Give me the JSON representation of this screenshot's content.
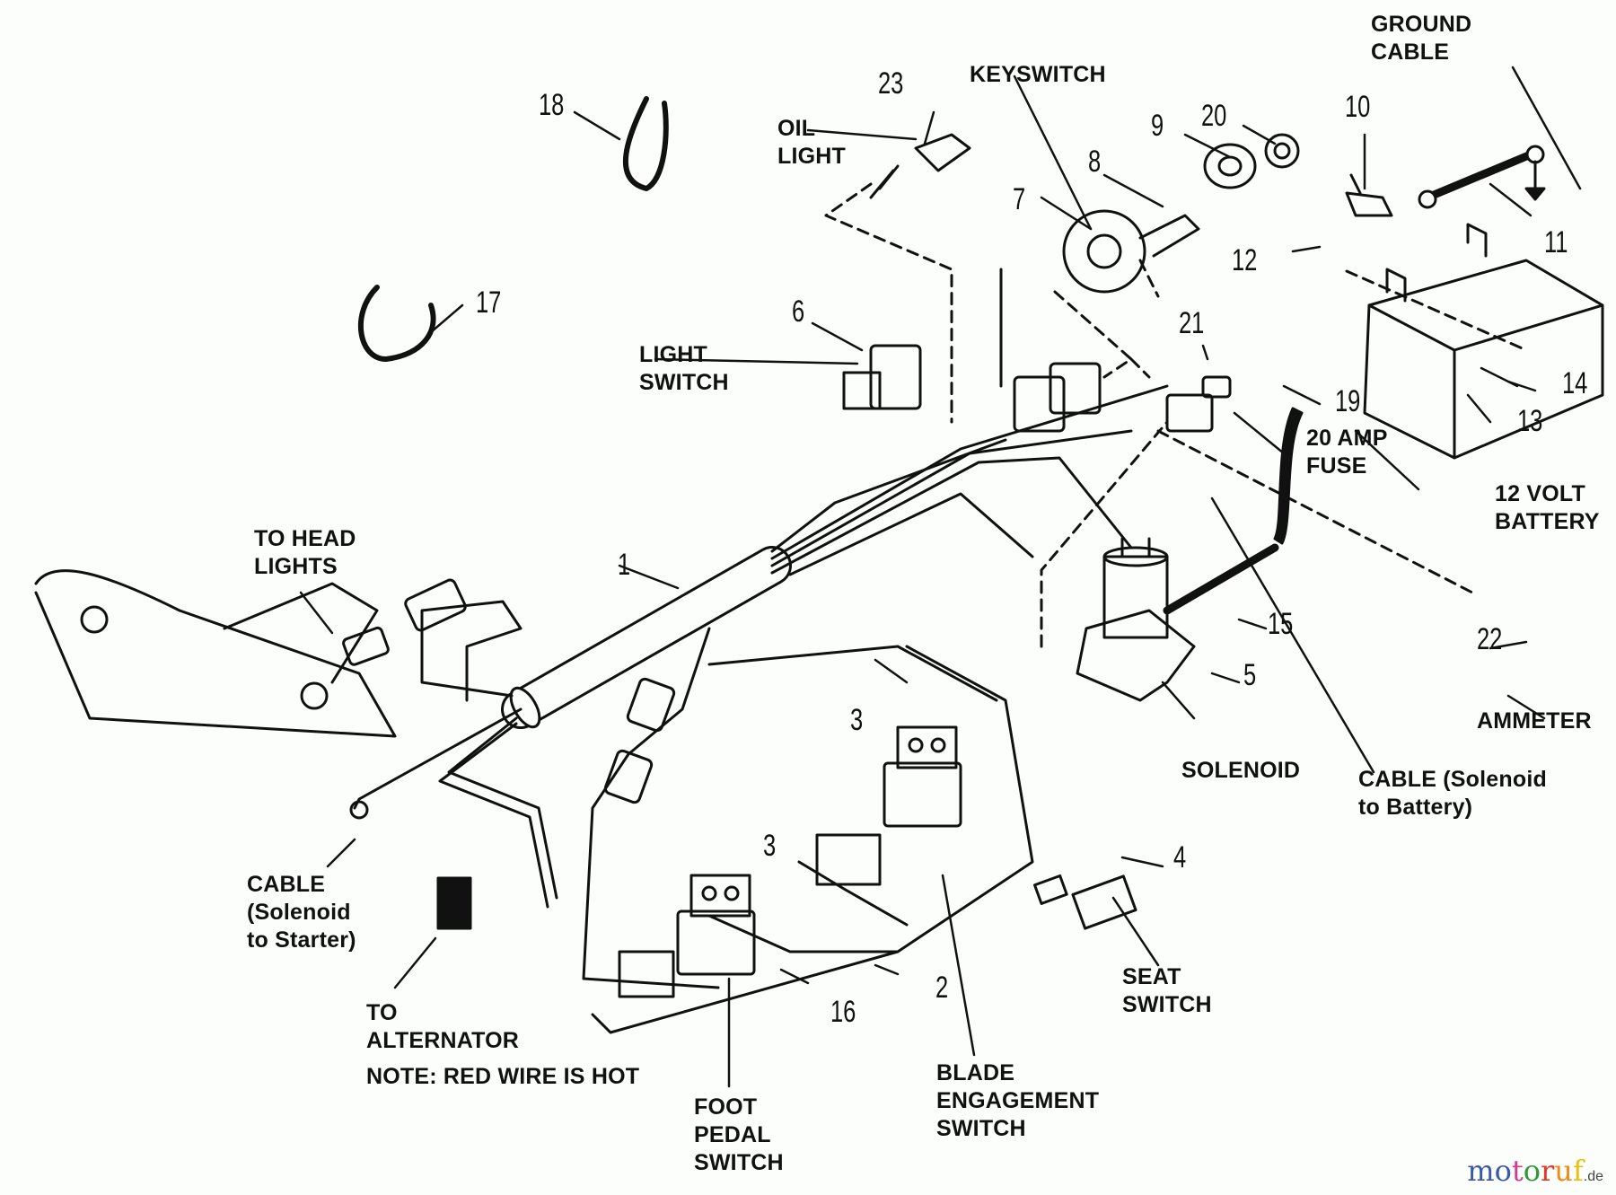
{
  "diagram": {
    "title": "Wiring Harness Parts Diagram",
    "callouts": [
      {
        "id": "1",
        "text": "1"
      },
      {
        "id": "2",
        "text": "2"
      },
      {
        "id": "3a",
        "text": "3"
      },
      {
        "id": "3b",
        "text": "3"
      },
      {
        "id": "4",
        "text": "4"
      },
      {
        "id": "5",
        "text": "5"
      },
      {
        "id": "6",
        "text": "6"
      },
      {
        "id": "7",
        "text": "7"
      },
      {
        "id": "8",
        "text": "8"
      },
      {
        "id": "9",
        "text": "9"
      },
      {
        "id": "10",
        "text": "10"
      },
      {
        "id": "11",
        "text": "11"
      },
      {
        "id": "12",
        "text": "12"
      },
      {
        "id": "13",
        "text": "13"
      },
      {
        "id": "14",
        "text": "14"
      },
      {
        "id": "15",
        "text": "15"
      },
      {
        "id": "16",
        "text": "16"
      },
      {
        "id": "17",
        "text": "17"
      },
      {
        "id": "18",
        "text": "18"
      },
      {
        "id": "19",
        "text": "19"
      },
      {
        "id": "20",
        "text": "20"
      },
      {
        "id": "21",
        "text": "21"
      },
      {
        "id": "22",
        "text": "22"
      },
      {
        "id": "23",
        "text": "23"
      }
    ],
    "labels": {
      "ground_cable": "GROUND\nCABLE",
      "keyswitch": "KEYSWITCH",
      "oil_light": "OIL\nLIGHT",
      "light_switch": "LIGHT\nSWITCH",
      "fuse": "20 AMP\nFUSE",
      "battery": "12 VOLT\nBATTERY",
      "head_lights": "TO HEAD\nLIGHTS",
      "solenoid": "SOLENOID",
      "ammeter": "AMMETER",
      "cable_battery": "CABLE (Solenoid\nto Battery)",
      "cable_starter": "CABLE\n(Solenoid\nto Starter)",
      "alternator": "TO\nALTERNATOR",
      "note": "NOTE: RED WIRE IS HOT",
      "seat_switch": "SEAT\nSWITCH",
      "blade_switch": "BLADE\nENGAGEMENT\nSWITCH",
      "foot_switch": "FOOT\nPEDAL\nSWITCH"
    }
  },
  "watermark": {
    "letters": [
      "m",
      "o",
      "t",
      "o",
      "r",
      "u",
      "f"
    ],
    "colors": [
      "#3a5aa8",
      "#3a5aa8",
      "#d23c8c",
      "#2e9a3c",
      "#e03a2a",
      "#f08a1a",
      "#e8c010"
    ],
    "suffix": ".de"
  }
}
